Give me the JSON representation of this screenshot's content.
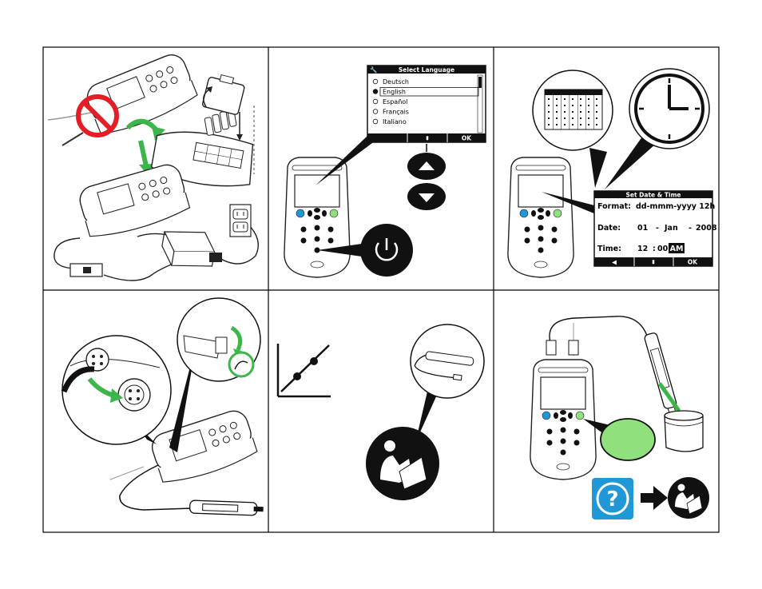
{
  "colors": {
    "green": "#3cb54a",
    "light_green": "#90e07e",
    "blue": "#1f98d5",
    "red": "#e41e26",
    "black": "#000000"
  },
  "panels": {
    "language": {
      "title": "Select Language",
      "options": [
        "Deutsch",
        "English",
        "Español",
        "Français",
        "Italiano"
      ],
      "selected_index": 1,
      "softkeys": [
        "",
        "⬍",
        "OK"
      ]
    },
    "datetime": {
      "title": "Set Date & Time",
      "format_label": "Format:",
      "format_value": "dd-mmm-yyyy 12h",
      "date_label": "Date:",
      "date_day": "01",
      "date_sep1": "-",
      "date_month": "Jan",
      "date_sep2": "-",
      "date_year": "2008",
      "time_label": "Time:",
      "time_hour": "12",
      "time_sep": ":",
      "time_min": "00",
      "time_ampm": "AM",
      "softkeys": [
        "◀",
        "⬍",
        "OK"
      ]
    }
  },
  "icons": [
    "no-entry-icon",
    "battery-icon",
    "power-icon",
    "up-arrow-icon",
    "down-arrow-icon",
    "calendar-icon",
    "clock-icon",
    "calibration-graph-icon",
    "read-manual-icon",
    "help-icon",
    "arrow-right-icon",
    "wall-outlet-icon"
  ]
}
